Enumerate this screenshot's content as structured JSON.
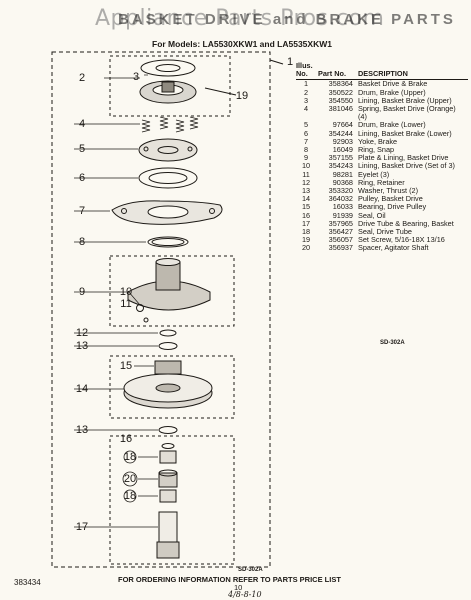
{
  "watermark": "Appliance Parts Pros.com",
  "title": "BASKET DRIVE and BRAKE PARTS",
  "models": "For Models: LA5530XKW1 and LA5535XKW1",
  "callouts": {
    "c1": "1",
    "c2": "2",
    "c3": "3",
    "c4": "4",
    "c5": "5",
    "c6": "6",
    "c7": "7",
    "c8": "8",
    "c9": "9",
    "c10": "10",
    "c11": "11",
    "c12": "12",
    "c13a": "13",
    "c14": "14",
    "c15": "15",
    "c13b": "13",
    "c16": "16",
    "c18a": "18",
    "c20": "20",
    "c18b": "18",
    "c17": "17",
    "c19": "19"
  },
  "table": {
    "headers": {
      "no": "Illus. No.",
      "part": "Part No.",
      "desc": "DESCRIPTION"
    },
    "rows": [
      {
        "no": "1",
        "part": "358364",
        "desc": "Basket Drive & Brake"
      },
      {
        "no": "2",
        "part": "350522",
        "desc": "Drum, Brake (Upper)"
      },
      {
        "no": "3",
        "part": "354550",
        "desc": "Lining, Basket Brake (Upper)"
      },
      {
        "no": "4",
        "part": "381046",
        "desc": "Spring, Basket Drive (Orange) (4)"
      },
      {
        "no": "5",
        "part": "97664",
        "desc": "Drum, Brake (Lower)"
      },
      {
        "no": "6",
        "part": "354244",
        "desc": "Lining, Basket Brake (Lower)"
      },
      {
        "no": "7",
        "part": "92903",
        "desc": "Yoke, Brake"
      },
      {
        "no": "8",
        "part": "16049",
        "desc": "Ring, Snap"
      },
      {
        "no": "9",
        "part": "357155",
        "desc": "Plate & Lining, Basket Drive"
      },
      {
        "no": "10",
        "part": "354243",
        "desc": "Lining, Basket Drive (Set of 3)"
      },
      {
        "no": "11",
        "part": "98281",
        "desc": "Eyelet (3)"
      },
      {
        "no": "12",
        "part": "90368",
        "desc": "Ring, Retainer"
      },
      {
        "no": "13",
        "part": "353320",
        "desc": "Washer, Thrust (2)"
      },
      {
        "no": "14",
        "part": "364032",
        "desc": "Pulley, Basket Drive"
      },
      {
        "no": "15",
        "part": "16033",
        "desc": "Bearing, Drive Pulley"
      },
      {
        "no": "16",
        "part": "91939",
        "desc": "Seal, Oil"
      },
      {
        "no": "17",
        "part": "357965",
        "desc": "Drive Tube & Bearing, Basket"
      },
      {
        "no": "18",
        "part": "356427",
        "desc": "Seal, Drive Tube"
      },
      {
        "no": "19",
        "part": "356057",
        "desc": "Set Screw, 5/16-18X 13/16"
      },
      {
        "no": "20",
        "part": "356937",
        "desc": "Spacer, Agitator Shaft"
      }
    ]
  },
  "codes": {
    "table_code": "SD-302A",
    "diagram_code": "SD-302A"
  },
  "doc_number": "383434",
  "footer": "FOR ORDERING INFORMATION REFER TO PARTS PRICE LIST",
  "page_number": "10",
  "handwritten": "4/8-8-10"
}
